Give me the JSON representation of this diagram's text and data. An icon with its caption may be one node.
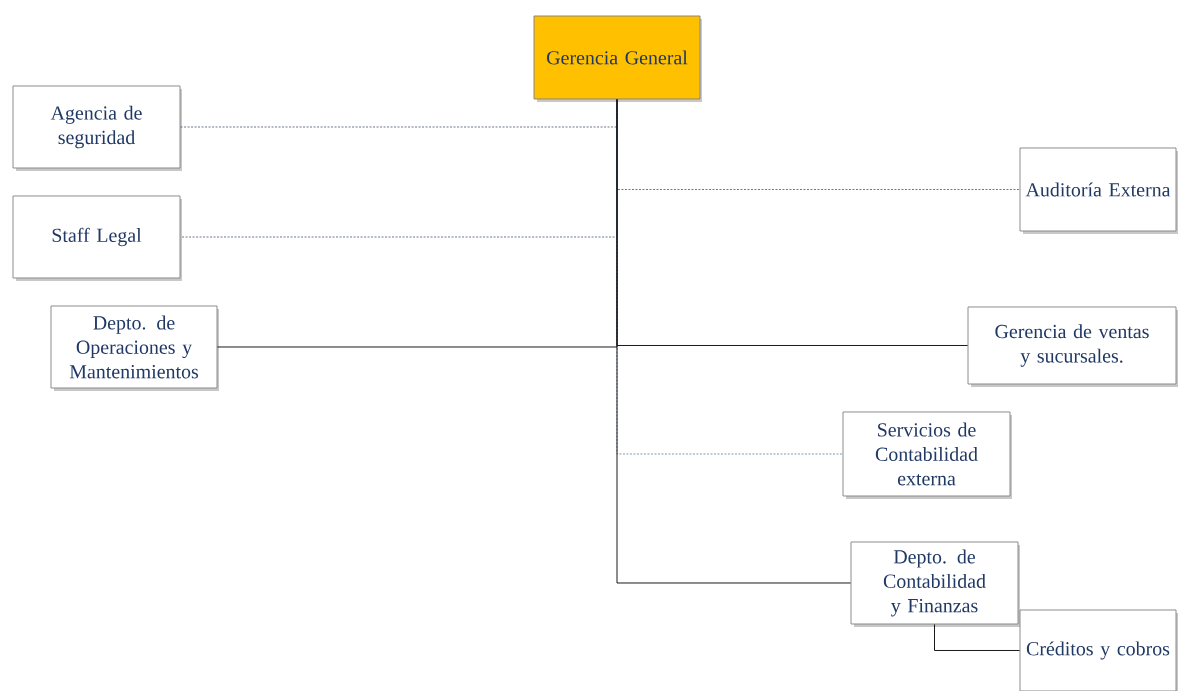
{
  "diagram": {
    "nodes": [
      {
        "text": [
          "Gerencia General"
        ]
      },
      {
        "text": [
          "Agencia de seguridad"
        ]
      },
      {
        "text": [
          "Staff Legal"
        ]
      },
      {
        "text": [
          "Depto. de Operaciones y Mantenimientos"
        ]
      },
      {
        "text": [
          "Auditoría Externa"
        ]
      },
      {
        "text": [
          "Gerencia de ventas y sucursales."
        ]
      },
      {
        "text": [
          "Servicios de Contabilidad externa"
        ]
      },
      {
        "text": [
          "Depto. de Contabilidad y Finanzas"
        ]
      },
      {
        "text": [
          "Créditos y cobros"
        ]
      }
    ],
    "edges": [
      {
        "from": 0,
        "to": 1,
        "arrow": "none",
        "style": "dashed",
        "color": "#44546a"
      },
      {
        "from": 0,
        "to": 4,
        "arrow": "none",
        "style": "dashed",
        "color": "#44546a"
      },
      {
        "from": 0,
        "to": 2,
        "arrow": "none",
        "style": "dashed",
        "color": "#44546a"
      },
      {
        "from": 0,
        "to": 3,
        "arrow": "none"
      },
      {
        "from": 0,
        "to": 5,
        "arrow": "none"
      },
      {
        "from": 0,
        "to": 6,
        "arrow": "none",
        "style": "dashed",
        "color": "#5b7ea6"
      },
      {
        "from": 0,
        "to": 7,
        "arrow": "none"
      },
      {
        "from": 7,
        "to": 8,
        "arrow": "none"
      }
    ]
  }
}
